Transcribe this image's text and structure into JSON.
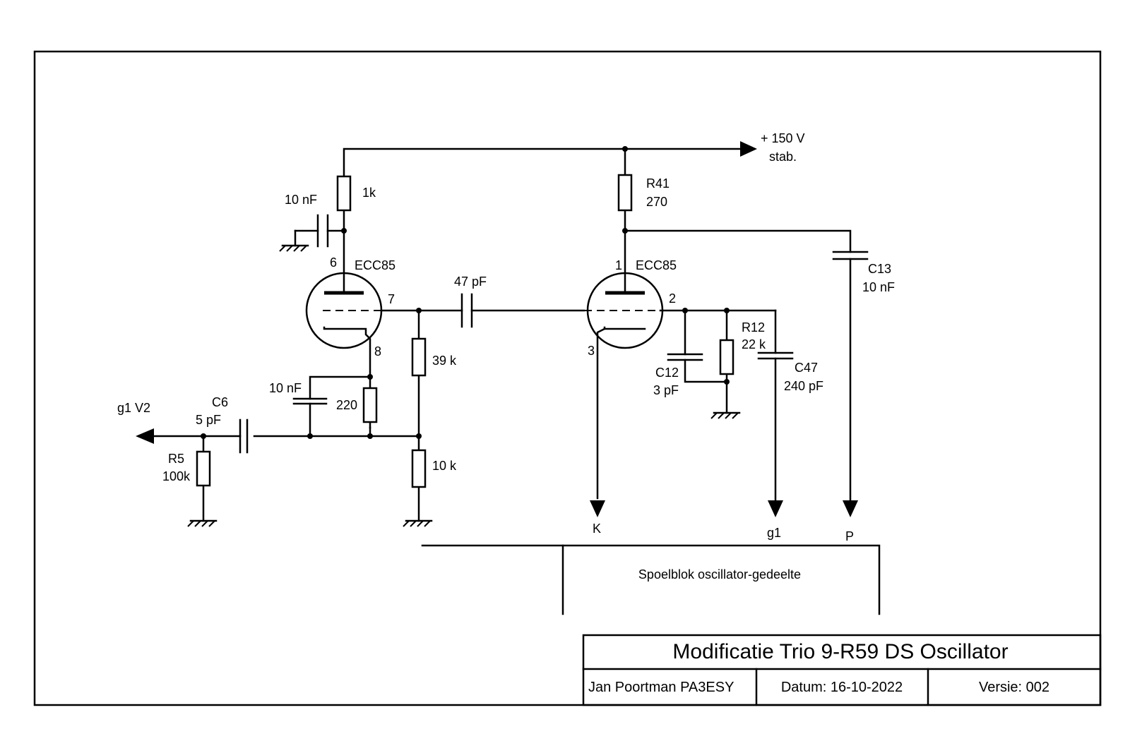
{
  "supply": {
    "voltage": "+ 150 V",
    "note": "stab."
  },
  "tube1": {
    "type": "ECC85",
    "pins": {
      "anode": "6",
      "grid": "7",
      "cathode": "8"
    },
    "anode_resistor": "1k",
    "anode_decoupling_cap": "10 nF",
    "cathode_cap": "10 nF",
    "cathode_resistor": "220"
  },
  "tube2": {
    "type": "ECC85",
    "pins": {
      "anode": "1",
      "grid": "2",
      "cathode": "3"
    }
  },
  "coupling_cap": "47 pF",
  "grid_resistor_upper": "39 k",
  "grid_resistor_lower": "10 k",
  "r41": {
    "ref": "R41",
    "value": "270"
  },
  "c13": {
    "ref": "C13",
    "value": "10 nF"
  },
  "c12": {
    "ref": "C12",
    "value": "3 pF"
  },
  "r12": {
    "ref": "R12",
    "value": "22 k"
  },
  "c47": {
    "ref": "C47",
    "value": "240 pF"
  },
  "c6": {
    "ref": "C6",
    "value": "5 pF"
  },
  "r5": {
    "ref": "R5",
    "value": "100k"
  },
  "output_label": "g1 V2",
  "terminals": {
    "k": "K",
    "g1": "g1",
    "p": "P"
  },
  "coil_block": "Spoelblok oscillator-gedeelte",
  "title_block": {
    "title": "Modificatie Trio  9-R59 DS Oscillator",
    "author": "Jan Poortman  PA3ESY",
    "date": "Datum: 16-10-2022",
    "version": "Versie:  002"
  }
}
